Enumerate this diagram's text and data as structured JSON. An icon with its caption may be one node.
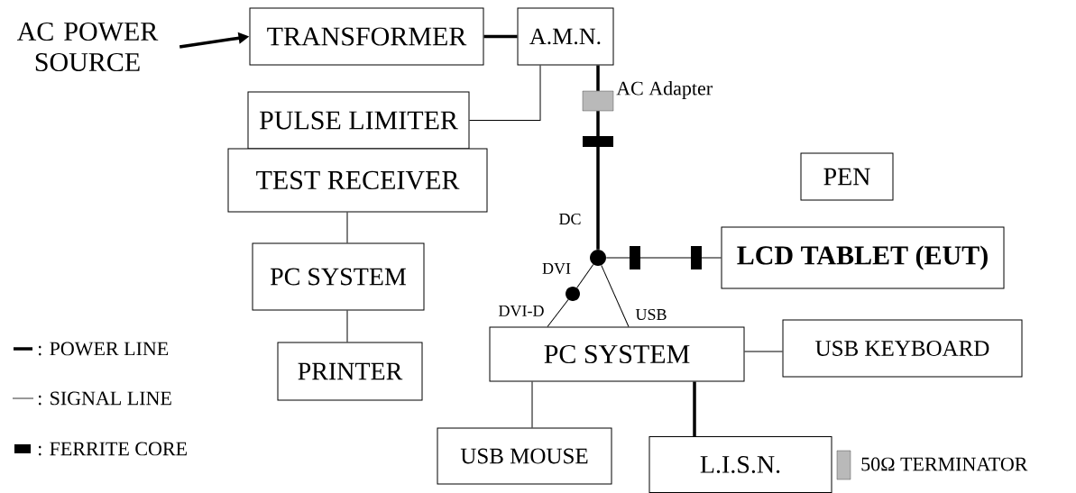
{
  "diagram": {
    "nodes": [
      {
        "text": [
          "AC POWER SOURCE"
        ]
      },
      {
        "text": [
          "TRANSFORMER"
        ]
      },
      {
        "text": [
          "A.M.N."
        ]
      },
      {
        "text": [],
        "shape": "box",
        "beside": [
          "AC Adapter"
        ]
      },
      {
        "text": [
          "PULSE LIMITER"
        ]
      },
      {
        "text": [
          "TEST RECEIVER"
        ]
      },
      {
        "text": [
          "PEN"
        ]
      },
      {
        "text": [],
        "shape": "circle"
      },
      {
        "text": [
          "LCD TABLET (EUT)"
        ]
      },
      {
        "text": [],
        "shape": "circle"
      },
      {
        "text": [
          "PC SYSTEM"
        ]
      },
      {
        "text": [
          "PRINTER"
        ]
      },
      {
        "text": [
          "PC SYSTEM"
        ]
      },
      {
        "text": [
          "USB KEYBOARD"
        ]
      },
      {
        "text": [
          "USB MOUSE"
        ]
      },
      {
        "text": [
          "L.I.S.N."
        ]
      },
      {
        "text": [],
        "shape": "box",
        "beside": [
          "50Ω TERMINATOR"
        ]
      }
    ],
    "edges": [
      {
        "from": 0,
        "to": 1,
        "arrow": "to",
        "style": "thick"
      },
      {
        "from": 1,
        "to": 2,
        "arrow": "none",
        "style": "thick"
      },
      {
        "from": 2,
        "to": 4,
        "arrow": "none"
      },
      {
        "from": 2,
        "to": 3,
        "arrow": "none",
        "style": "thick"
      },
      {
        "from": 3,
        "to": 7,
        "arrow": "none",
        "style": "thick",
        "label": "DC"
      },
      {
        "from": 7,
        "to": 8,
        "arrow": "none"
      },
      {
        "from": 7,
        "to": 9,
        "arrow": "none",
        "label": "DVI"
      },
      {
        "from": 9,
        "to": 12,
        "arrow": "none",
        "label": "DVI-D"
      },
      {
        "from": 7,
        "to": 12,
        "arrow": "none",
        "label": "USB"
      },
      {
        "from": 5,
        "to": 10,
        "arrow": "none"
      },
      {
        "from": 10,
        "to": 11,
        "arrow": "none"
      },
      {
        "from": 12,
        "to": 13,
        "arrow": "none"
      },
      {
        "from": 12,
        "to": 14,
        "arrow": "none"
      },
      {
        "from": 12,
        "to": 15,
        "arrow": "none",
        "style": "thick"
      }
    ],
    "legend": [
      {
        "text": ": POWER LINE"
      },
      {
        "text": ": SIGNAL LINE"
      },
      {
        "text": ": FERRITE CORE"
      }
    ]
  }
}
